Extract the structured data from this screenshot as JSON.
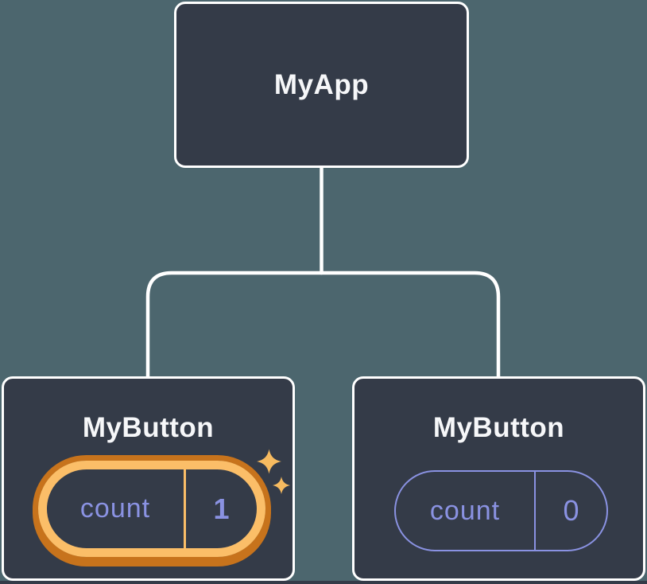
{
  "colors": {
    "canvas-bg": "#4C666E",
    "node-bg": "#343B48",
    "node-border": "#FFFFFF",
    "title-text": "#F6F7F9",
    "state-purple": "#8A92E2",
    "highlight-orange": "#C7731C",
    "highlight-orange-light": "#FBBE68",
    "sparkle-gold": "#F7BB60",
    "connector": "#FFFFFF"
  },
  "tree": {
    "root": {
      "label": "MyApp"
    },
    "children": [
      {
        "label": "MyButton",
        "state": {
          "key": "count",
          "value": "1"
        },
        "highlighted": true
      },
      {
        "label": "MyButton",
        "state": {
          "key": "count",
          "value": "0"
        },
        "highlighted": false
      }
    ]
  }
}
